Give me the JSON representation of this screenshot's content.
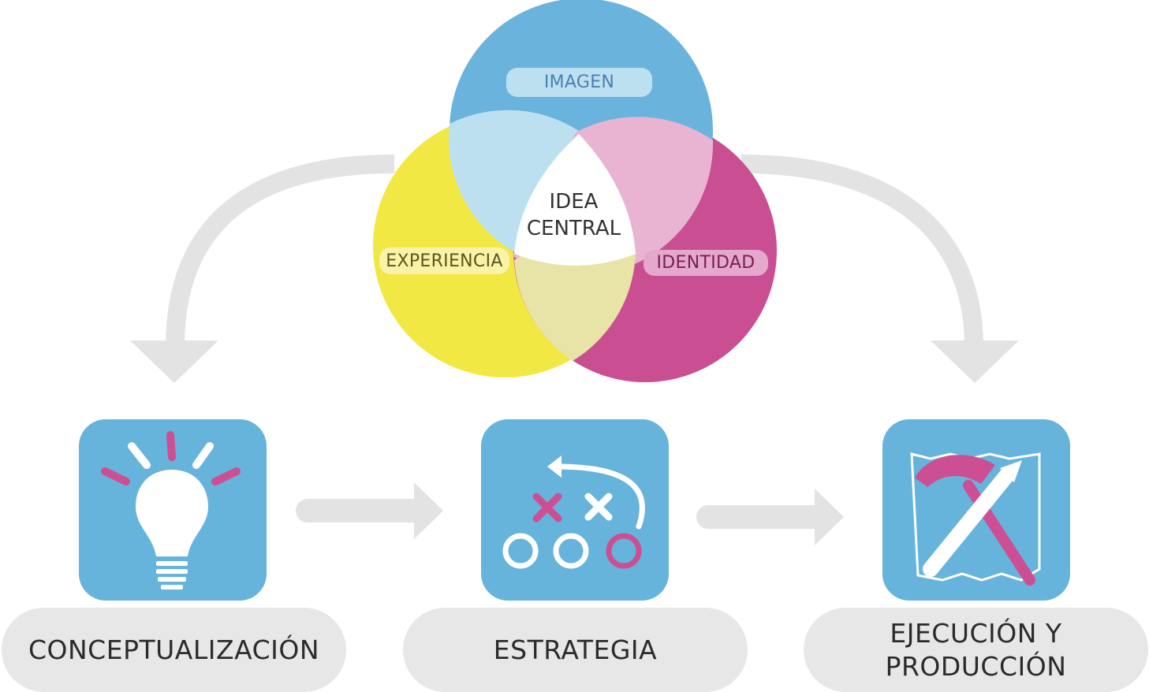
{
  "venn": {
    "top": {
      "label": "IMAGEN",
      "color": "#69b3dc"
    },
    "left": {
      "label": "EXPERIENCIA",
      "color": "#f2e844"
    },
    "right": {
      "label": "IDENTIDAD",
      "color": "#c94e92"
    },
    "center": {
      "line1": "IDEA",
      "line2": "CENTRAL"
    }
  },
  "steps": [
    {
      "label": "CONCEPTUALIZACIÓN",
      "icon": "lightbulb-icon"
    },
    {
      "label": "ESTRATEGIA",
      "icon": "strategy-play-icon"
    },
    {
      "label": "EJECUCIÓN Y\nPRODUCCIÓN",
      "icon": "hammer-pencil-icon"
    }
  ],
  "colors": {
    "icon_tile": "#66b3db",
    "accent_pink": "#cc4f93",
    "arrow_gray": "#e3e3e3",
    "pill_gray": "#e7e7e7"
  }
}
